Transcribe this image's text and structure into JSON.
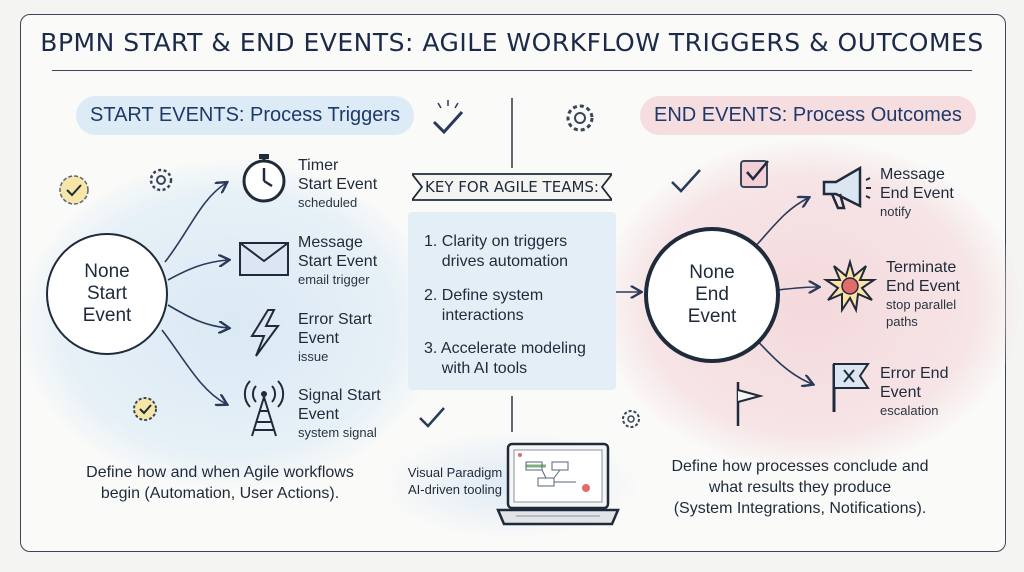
{
  "title": "BPMN START & END EVENTS: AGILE WORKFLOW TRIGGERS & OUTCOMES",
  "start": {
    "header": "START EVENTS: Process Triggers",
    "center": "None\nStart\nEvent",
    "events": [
      {
        "label": "Timer\nStart Event",
        "sub": "scheduled"
      },
      {
        "label": "Message\nStart Event",
        "sub": "email trigger"
      },
      {
        "label": "Error Start\nEvent",
        "sub": "issue"
      },
      {
        "label": "Signal Start\nEvent",
        "sub": "system signal"
      }
    ],
    "description": "Define how and when Agile workflows\nbegin (Automation, User Actions)."
  },
  "key": {
    "title": "KEY FOR AGILE TEAMS:",
    "items": [
      "1. Clarity on triggers\n    drives automation",
      "2. Define system\n    interactions",
      "3. Accelerate modeling\n    with AI tools"
    ]
  },
  "tool": {
    "caption": "Visual Paradigm\nAI-driven tooling"
  },
  "end": {
    "header": "END EVENTS: Process Outcomes",
    "center": "None\nEnd\nEvent",
    "events": [
      {
        "label": "Message\nEnd Event",
        "sub": "notify"
      },
      {
        "label": "Terminate\nEnd Event",
        "sub": "stop parallel\npaths"
      },
      {
        "label": "Error End\nEvent",
        "sub": "escalation"
      }
    ],
    "description": "Define how processes conclude and\nwhat results they produce\n(System Integrations, Notifications)."
  },
  "colors": {
    "start_tint": "#dcebf6",
    "end_tint": "#f6dde0",
    "ink": "#1f2a3a",
    "accent_red": "#e26b6b"
  }
}
